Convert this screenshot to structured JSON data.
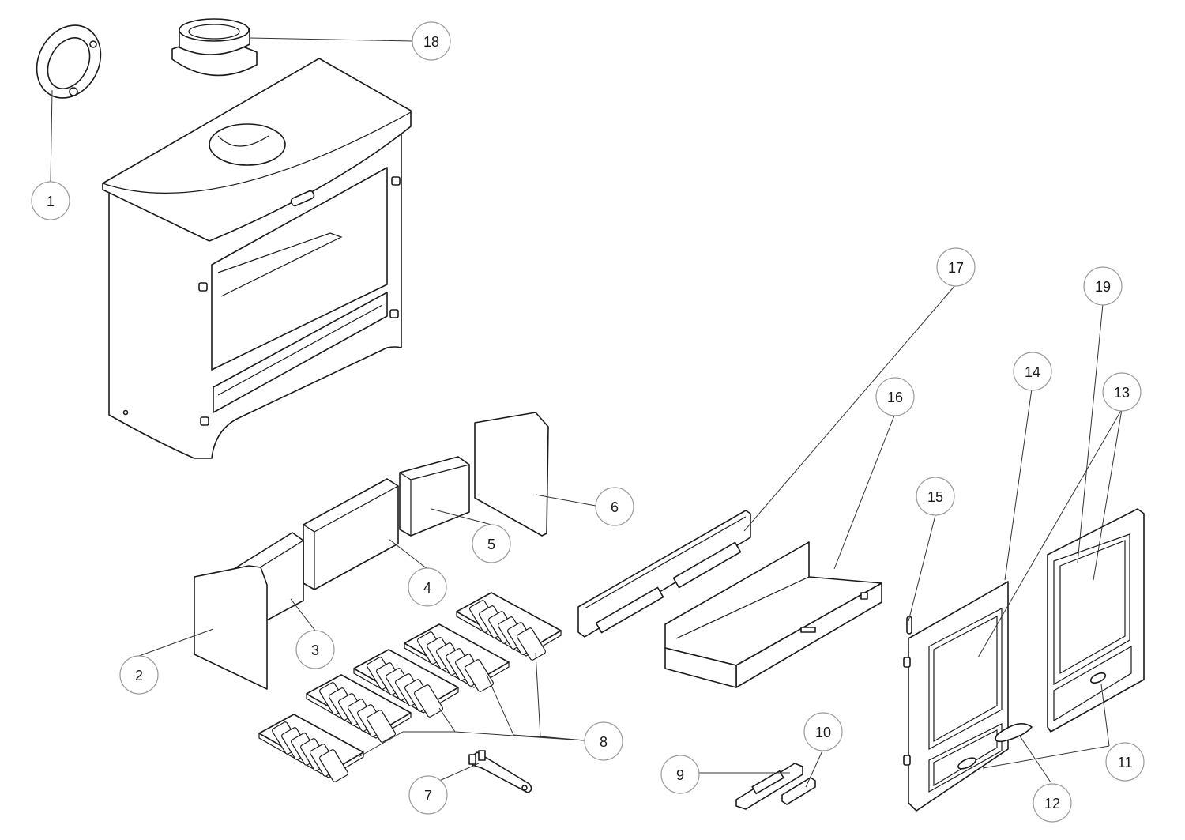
{
  "callouts": [
    {
      "label": "1"
    },
    {
      "label": "2"
    },
    {
      "label": "3"
    },
    {
      "label": "4"
    },
    {
      "label": "5"
    },
    {
      "label": "6"
    },
    {
      "label": "7"
    },
    {
      "label": "8"
    },
    {
      "label": "9"
    },
    {
      "label": "10"
    },
    {
      "label": "11"
    },
    {
      "label": "12"
    },
    {
      "label": "13"
    },
    {
      "label": "14"
    },
    {
      "label": "15"
    },
    {
      "label": "16"
    },
    {
      "label": "17"
    },
    {
      "label": "18"
    },
    {
      "label": "19"
    }
  ],
  "colors": {
    "line": "#1a1a1a",
    "circle": "#9a9a9a",
    "background": "#ffffff"
  }
}
